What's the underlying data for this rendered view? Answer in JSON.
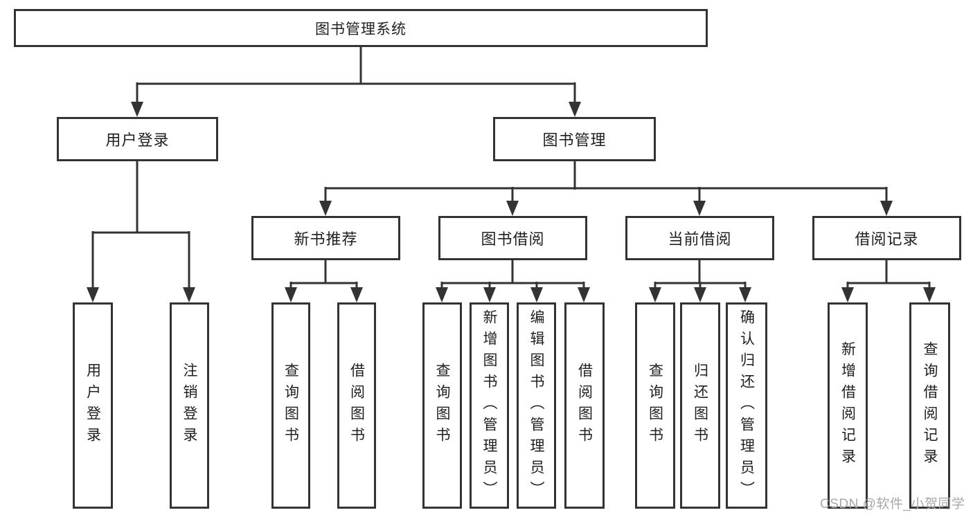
{
  "tree": {
    "root": {
      "label": "图书管理系统"
    },
    "branches": [
      {
        "label": "用户登录",
        "children": [
          {
            "label": "用户登录"
          },
          {
            "label": "注销登录"
          }
        ]
      },
      {
        "label": "图书管理",
        "groups": [
          {
            "label": "新书推荐",
            "children": [
              {
                "label": "查询图书"
              },
              {
                "label": "借阅图书"
              }
            ]
          },
          {
            "label": "图书借阅",
            "children": [
              {
                "label": "查询图书"
              },
              {
                "label": "新增图书（管理员）"
              },
              {
                "label": "编辑图书（管理员）"
              },
              {
                "label": "借阅图书"
              }
            ]
          },
          {
            "label": "当前借阅",
            "children": [
              {
                "label": "查询图书"
              },
              {
                "label": "归还图书"
              },
              {
                "label": "确认归还（管理员）"
              }
            ]
          },
          {
            "label": "借阅记录",
            "children": [
              {
                "label": "新增借阅记录"
              },
              {
                "label": "查询借阅记录"
              }
            ]
          }
        ]
      }
    ]
  },
  "watermark": "CSDN @软件_小贺同学",
  "colors": {
    "line": "#333333",
    "text": "#1f1f1f",
    "background": "#ffffff",
    "watermark": "#a8a8a8"
  }
}
